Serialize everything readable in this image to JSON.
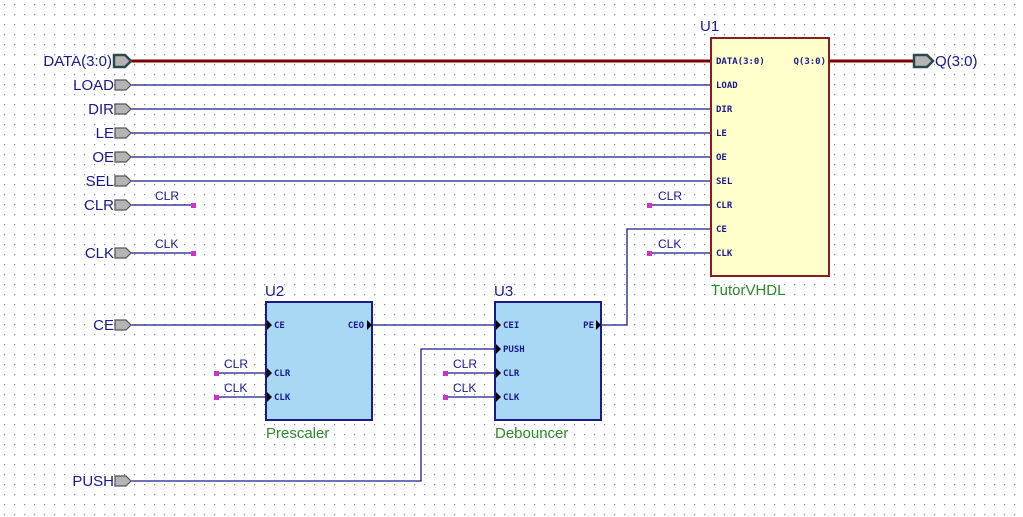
{
  "colors": {
    "background": "#ffffff",
    "grid_dot": "#8a8a8a",
    "wire": "#1a1a8c",
    "bus": "#800000",
    "u1_fill": "#ffffcc",
    "u1_border": "#8b1a1a",
    "block_fill": "#a9d8f5",
    "block_border": "#1a1a8c",
    "type_label": "#2a8a2a",
    "net_stub": "#cc33cc"
  },
  "ports": {
    "data": "DATA(3:0)",
    "load": "LOAD",
    "dir": "DIR",
    "le": "LE",
    "oe": "OE",
    "sel": "SEL",
    "clr": "CLR",
    "clk": "CLK",
    "ce": "CE",
    "push": "PUSH",
    "q": "Q(3:0)"
  },
  "net_labels": {
    "clr_top": "CLR",
    "clk_top": "CLK",
    "u1_clr": "CLR",
    "u1_clk": "CLK",
    "u2_clr": "CLR",
    "u2_clk": "CLK",
    "u3_clr": "CLR",
    "u3_clk": "CLK"
  },
  "components": {
    "u1": {
      "ref": "U1",
      "type": "TutorVHDL",
      "pins_left": [
        "DATA(3:0)",
        "LOAD",
        "DIR",
        "LE",
        "OE",
        "SEL",
        "CLR",
        "CE",
        "CLK"
      ],
      "pin_right": "Q(3:0)"
    },
    "u2": {
      "ref": "U2",
      "type": "Prescaler",
      "pins_left": [
        "CE",
        "CLR",
        "CLK"
      ],
      "pin_right": "CEO"
    },
    "u3": {
      "ref": "U3",
      "type": "Debouncer",
      "pins_left": [
        "CEI",
        "PUSH",
        "CLR",
        "CLK"
      ],
      "pin_right": "PE"
    }
  }
}
